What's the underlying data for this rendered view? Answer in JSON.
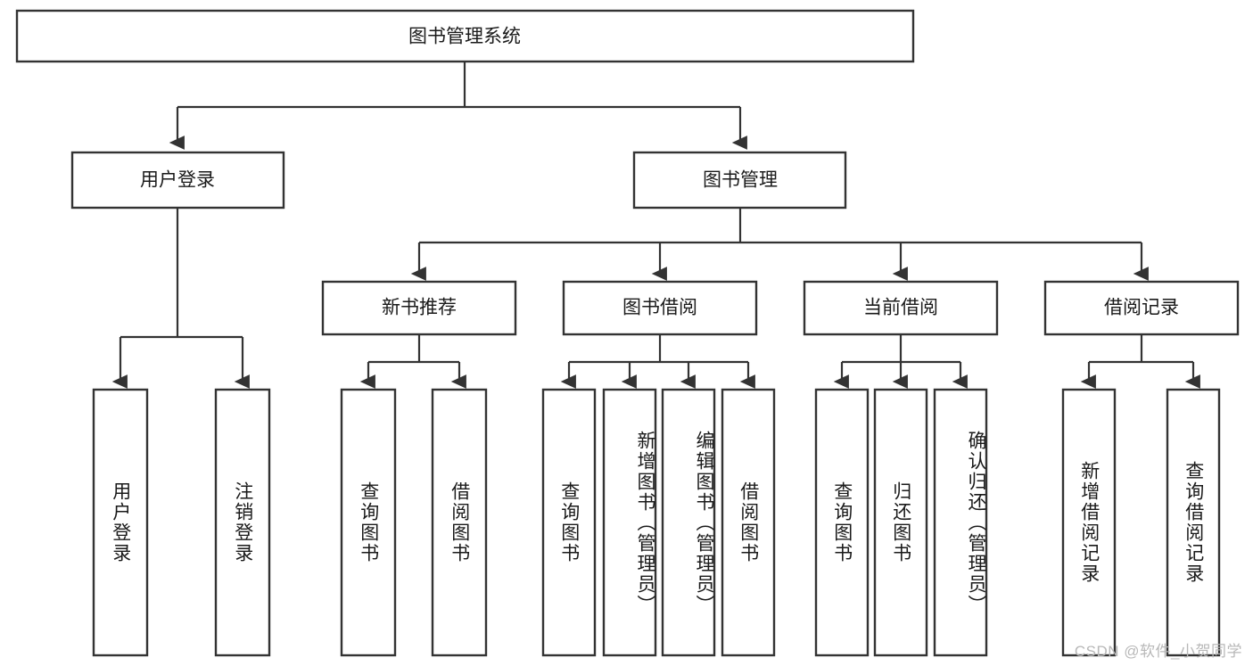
{
  "diagram": {
    "type": "tree",
    "title": "图书管理系统",
    "root": {
      "id": "root",
      "label": "图书管理系统"
    },
    "level2": [
      {
        "id": "user-login",
        "label": "用户登录"
      },
      {
        "id": "book-management",
        "label": "图书管理"
      }
    ],
    "level3": [
      {
        "id": "new-book-recommend",
        "label": "新书推荐",
        "parent": "book-management"
      },
      {
        "id": "book-borrow",
        "label": "图书借阅",
        "parent": "book-management"
      },
      {
        "id": "current-borrow",
        "label": "当前借阅",
        "parent": "book-management"
      },
      {
        "id": "borrow-record",
        "label": "借阅记录",
        "parent": "book-management"
      }
    ],
    "leaves": [
      {
        "id": "leaf-user-login",
        "label": "用户登录",
        "parent": "user-login"
      },
      {
        "id": "leaf-logout-login",
        "label": "注销登录",
        "parent": "user-login"
      },
      {
        "id": "leaf-query-book-1",
        "label": "查询图书",
        "parent": "new-book-recommend"
      },
      {
        "id": "leaf-borrow-book-1",
        "label": "借阅图书",
        "parent": "new-book-recommend"
      },
      {
        "id": "leaf-query-book-2",
        "label": "查询图书",
        "parent": "book-borrow"
      },
      {
        "id": "leaf-add-book",
        "label": "新增图书（管理员）",
        "parent": "book-borrow"
      },
      {
        "id": "leaf-edit-book",
        "label": "编辑图书（管理员）",
        "parent": "book-borrow"
      },
      {
        "id": "leaf-borrow-book-2",
        "label": "借阅图书",
        "parent": "book-borrow"
      },
      {
        "id": "leaf-query-book-3",
        "label": "查询图书",
        "parent": "current-borrow"
      },
      {
        "id": "leaf-return-book",
        "label": "归还图书",
        "parent": "current-borrow"
      },
      {
        "id": "leaf-confirm-return",
        "label": "确认归还（管理员）",
        "parent": "current-borrow"
      },
      {
        "id": "leaf-add-record",
        "label": "新增借阅记录",
        "parent": "borrow-record"
      },
      {
        "id": "leaf-query-record",
        "label": "查询借阅记录",
        "parent": "borrow-record"
      }
    ],
    "colors": {
      "box_stroke": "#333333",
      "box_fill": "#ffffff",
      "text": "#1a1a1a",
      "connector": "#333333",
      "watermark": "#b8b8b8",
      "background": "#ffffff"
    }
  },
  "watermark": {
    "text": "CSDN @软件_小贺同学"
  }
}
